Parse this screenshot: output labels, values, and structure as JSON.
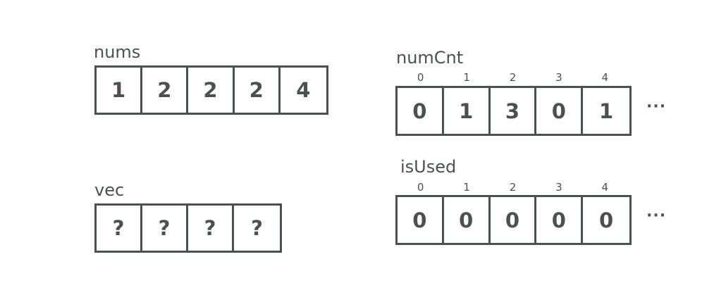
{
  "arrays": {
    "nums": {
      "name": "nums",
      "cells": [
        "1",
        "2",
        "2",
        "2",
        "4"
      ]
    },
    "vec": {
      "name": "vec",
      "cells": [
        "?",
        "?",
        "?",
        "?"
      ]
    },
    "numCnt": {
      "name": "numCnt",
      "indices": [
        "0",
        "1",
        "2",
        "3",
        "4"
      ],
      "cells": [
        "0",
        "1",
        "3",
        "0",
        "1"
      ],
      "ellipsis": "···"
    },
    "isUsed": {
      "name": "isUsed",
      "indices": [
        "0",
        "1",
        "2",
        "3",
        "4"
      ],
      "cells": [
        "0",
        "0",
        "0",
        "0",
        "0"
      ],
      "ellipsis": "···"
    }
  },
  "colors": {
    "stroke": "#4a524e",
    "text": "#4a524e",
    "background": "#ffffff"
  }
}
